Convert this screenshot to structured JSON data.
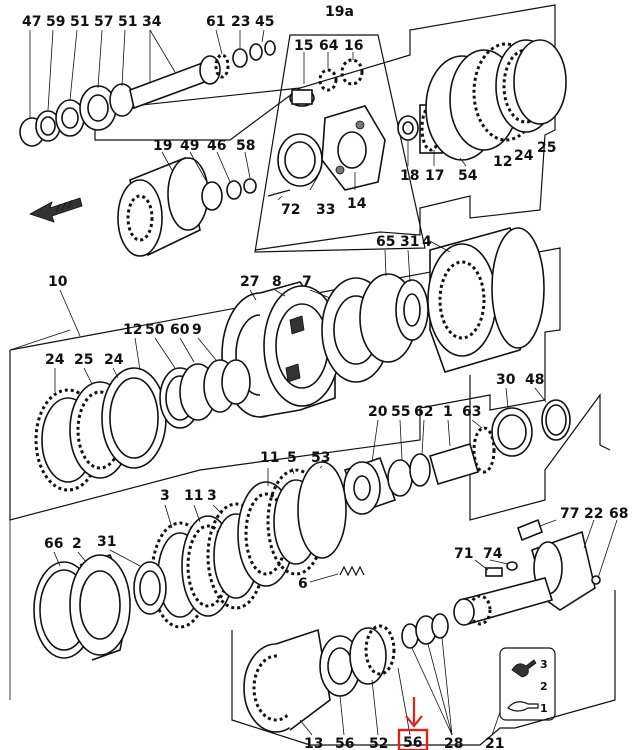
{
  "labels": {
    "l47": "47",
    "l59": "59",
    "l51a": "51",
    "l57": "57",
    "l51b": "51",
    "l34": "34",
    "l61": "61",
    "l23": "23",
    "l45": "45",
    "l19a": "19a",
    "l15": "15",
    "l64": "64",
    "l16": "16",
    "l19": "19",
    "l49": "49",
    "l46": "46",
    "l58": "58",
    "l72": "72",
    "l33": "33",
    "l14": "14",
    "l18": "18",
    "l17": "17",
    "l54": "54",
    "l12a": "12",
    "l24a": "24",
    "l25a": "25",
    "l10": "10",
    "l27": "27",
    "l8": "8",
    "l7": "7",
    "l65": "65",
    "l31a": "31",
    "l4": "4",
    "l12b": "12",
    "l50": "50",
    "l60": "60",
    "l9": "9",
    "l24b": "24",
    "l25b": "25",
    "l24c": "24",
    "l30": "30",
    "l48": "48",
    "l20": "20",
    "l55": "55",
    "l62": "62",
    "l1": "1",
    "l63": "63",
    "l11a": "11",
    "l5": "5",
    "l53": "53",
    "l3a": "3",
    "l11b": "11",
    "l3b": "3",
    "l66": "66",
    "l2": "2",
    "l31b": "31",
    "l6": "6",
    "l71": "71",
    "l74": "74",
    "l77": "77",
    "l22": "22",
    "l68": "68",
    "l13": "13",
    "l56a": "56",
    "l52": "52",
    "l56b": "56",
    "l28": "28",
    "l21": "21",
    "legend3": "3",
    "legend2": "2",
    "legend1": "1"
  },
  "colors": {
    "highlight": "#e0201c",
    "ink": "#111111"
  },
  "icons": [
    "direction-arrow-icon",
    "oil-can-icon",
    "grease-tube-icon"
  ]
}
